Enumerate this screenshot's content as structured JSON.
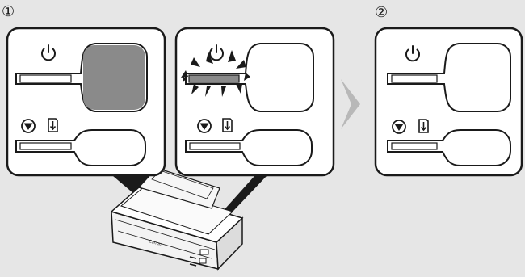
{
  "steps": [
    {
      "number": "①"
    },
    {
      "number": "②"
    }
  ],
  "printer": {
    "brand": "Canon"
  },
  "panels": [
    {
      "id": "step1-before",
      "power_button": "filled-gray",
      "power_lamp": "off"
    },
    {
      "id": "step1-after",
      "power_button": "outline",
      "power_lamp": "flashing"
    },
    {
      "id": "step2",
      "power_button": "outline",
      "power_lamp": "off"
    }
  ],
  "icons": {
    "power": "power-icon",
    "stop": "stop-icon",
    "resume": "paper-feed-icon",
    "arrow": "next-arrow-icon"
  },
  "colors": {
    "background": "#e6e6e6",
    "panel_fill": "#ffffff",
    "outline": "#1a1a1a",
    "pressed_button": "#8a8a8a",
    "arrow": "#b8b8b8"
  }
}
